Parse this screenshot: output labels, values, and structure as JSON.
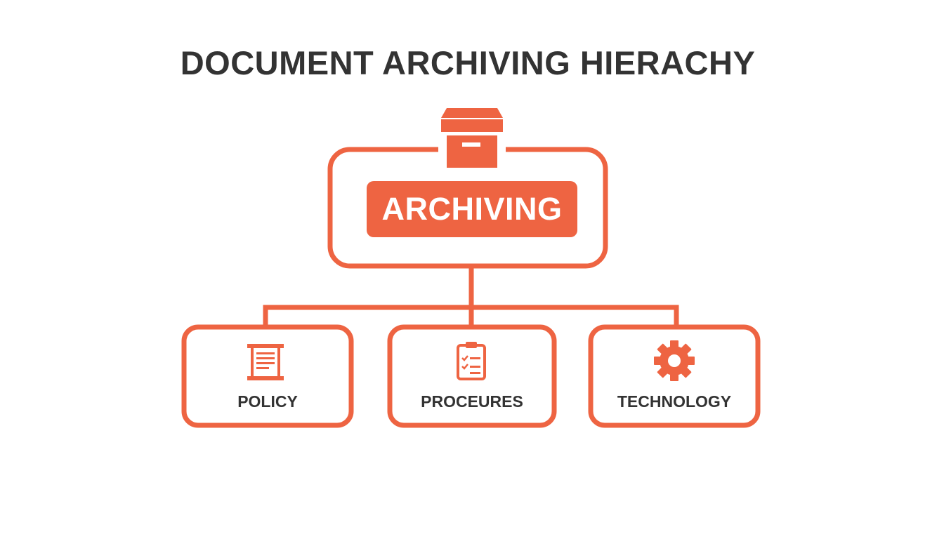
{
  "title": "DOCUMENT ARCHIVING HIERACHY",
  "colors": {
    "accent": "#EE6442",
    "text": "#333333",
    "background": "#FFFFFF"
  },
  "root": {
    "label": "ARCHIVING",
    "icon": "archive-box-icon"
  },
  "children": [
    {
      "label": "POLICY",
      "icon": "document-scroll-icon"
    },
    {
      "label": "PROCEURES",
      "icon": "clipboard-checklist-icon"
    },
    {
      "label": "TECHNOLOGY",
      "icon": "gear-icon"
    }
  ]
}
